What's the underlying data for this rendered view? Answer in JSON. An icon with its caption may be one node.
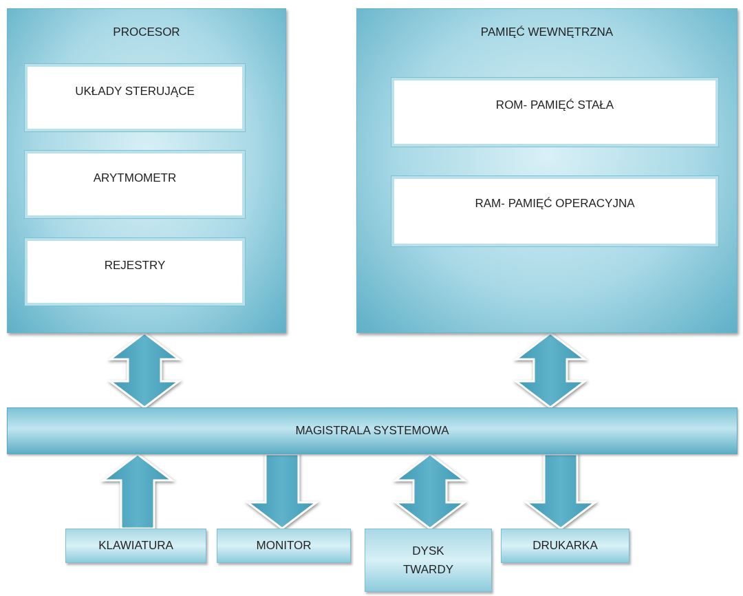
{
  "diagram": {
    "nodes": [
      {
        "text": [
          "PROCESOR"
        ]
      },
      {
        "text": [
          "UKŁADY STERUJĄCE"
        ],
        "in": 0
      },
      {
        "text": [
          "ARYTMOMETR"
        ],
        "in": 0
      },
      {
        "text": [
          "REJESTRY"
        ],
        "in": 0
      },
      {
        "text": [
          "PAMIĘĆ WEWNĘTRZNA"
        ]
      },
      {
        "text": [
          "ROM- PAMIĘĆ STAŁA"
        ],
        "in": 4
      },
      {
        "text": [
          "RAM- PAMIĘĆ OPERACYJNA"
        ],
        "in": 4
      },
      {
        "text": [
          "MAGISTRALA SYSTEMOWA"
        ]
      },
      {
        "text": [
          "KLAWIATURA"
        ]
      },
      {
        "text": [
          "MONITOR"
        ]
      },
      {
        "text": [
          "DYSK TWARDY"
        ]
      },
      {
        "text": [
          "DRUKARKA"
        ]
      }
    ],
    "edges": [
      {
        "from": 0,
        "to": 7,
        "arrow": "both"
      },
      {
        "from": 4,
        "to": 7,
        "arrow": "both"
      },
      {
        "from": 8,
        "to": 7,
        "arrow": "to"
      },
      {
        "from": 7,
        "to": 9,
        "arrow": "to"
      },
      {
        "from": 7,
        "to": 10,
        "arrow": "both"
      },
      {
        "from": 7,
        "to": 11,
        "arrow": "to"
      }
    ]
  }
}
